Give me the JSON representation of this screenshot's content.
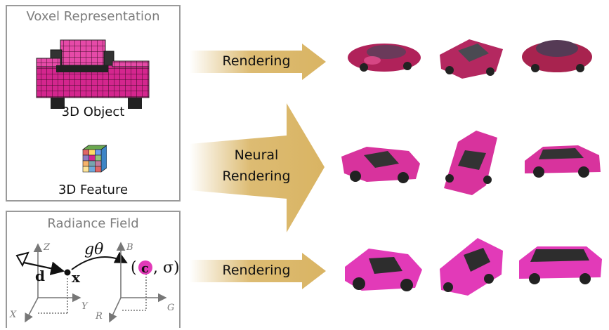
{
  "voxel_panel": {
    "title": "Voxel Representation",
    "object_label": "3D Object",
    "feature_label": "3D Feature"
  },
  "radiance_panel": {
    "title": "Radiance Field",
    "axes_left": {
      "z": "Z",
      "x": "X",
      "y": "Y"
    },
    "axes_right": {
      "b": "B",
      "r": "R",
      "g": "G"
    },
    "function_label": "gθ",
    "d_label": "d",
    "x_label": "x",
    "output_open": "(",
    "output_c": "c",
    "output_rest": ", σ)"
  },
  "arrows": {
    "top": "Rendering",
    "middle_line1": "Neural",
    "middle_line2": "Rendering",
    "bottom": "Rendering"
  },
  "colors": {
    "voxel_magenta": "#d4268e",
    "car_glossy": "#e23ab8",
    "car_neural": "#d8339d",
    "arrow_gold": "#d9b463",
    "panel_border": "#9a9a9a"
  }
}
